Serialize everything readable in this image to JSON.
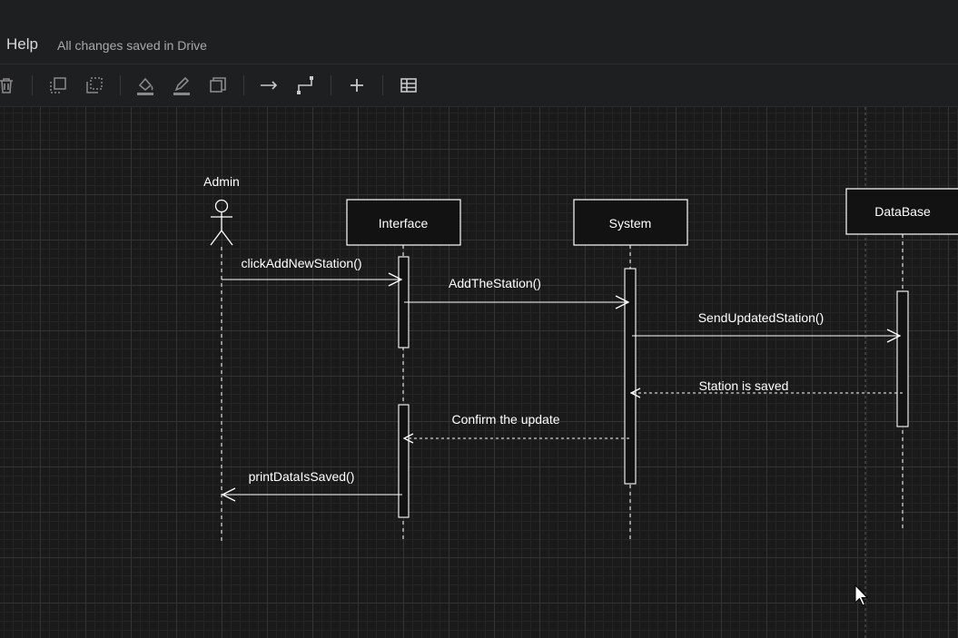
{
  "menu": {
    "help": "Help"
  },
  "status": {
    "saved": "All changes saved in Drive"
  },
  "toolbar": {
    "items": [
      "delete-icon",
      "to-front-icon",
      "to-back-icon",
      "fill-color-icon",
      "line-color-icon",
      "shadow-icon",
      "connection-arrow-icon",
      "waypoints-icon",
      "insert-icon",
      "table-icon"
    ]
  },
  "diagram": {
    "actor": "Admin",
    "participants": [
      "Interface",
      "System",
      "DataBase"
    ],
    "messages": [
      "clickAddNewStation()",
      "AddTheStation()",
      "SendUpdatedStation()",
      "Station is saved",
      "Confirm the update",
      "printDataIsSaved()"
    ]
  }
}
